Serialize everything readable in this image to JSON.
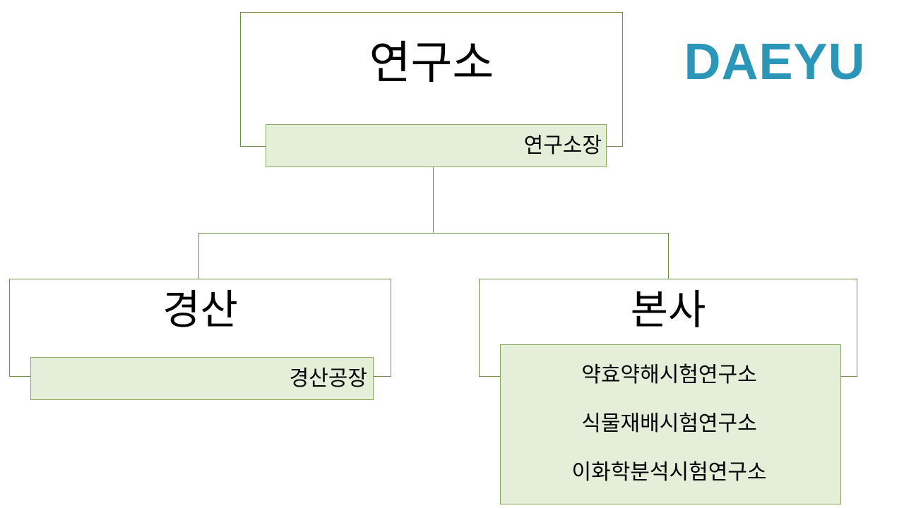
{
  "brand": {
    "name": "DAEYU",
    "color": "#2b96b8"
  },
  "palette": {
    "box_border": "#6f8f4f",
    "label_fill": "#e4eed9",
    "label_border": "#8aa85f",
    "connector": "#6f8f4f",
    "text": "#000000",
    "background": "#ffffff"
  },
  "chart_title": "연구소",
  "org_chart": {
    "root": {
      "id": "research-institute",
      "title": "연구소",
      "label": "연구소장",
      "label_align": "right"
    },
    "children": [
      {
        "id": "gyeongsan",
        "title": "경산",
        "label_align": "right",
        "labels": [
          "경산공장"
        ]
      },
      {
        "id": "headquarters",
        "title": "본사",
        "label_align": "center",
        "labels": [
          "약효약해시험연구소",
          "식물재배시험연구소",
          "이화학분석시험연구소"
        ]
      }
    ]
  }
}
